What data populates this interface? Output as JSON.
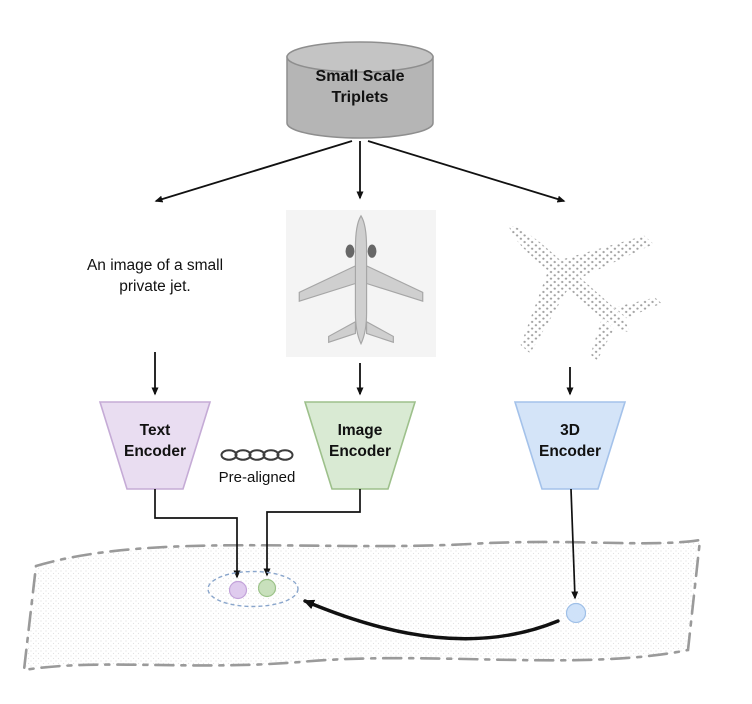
{
  "figure": {
    "database": {
      "label": "Small Scale Triplets"
    },
    "inputs": {
      "text": "An image of a small private jet.",
      "image_icon": "airplane-top-view-image",
      "pointcloud_icon": "airplane-point-cloud"
    },
    "encoders": {
      "text": {
        "label": "Text Encoder",
        "fill": "#e9ddf1",
        "stroke": "#c5abd6"
      },
      "image": {
        "label": "Image Encoder",
        "fill": "#d9ead3",
        "stroke": "#9dc08b"
      },
      "shape": {
        "label": "3D Encoder",
        "fill": "#d4e4f8",
        "stroke": "#a4c2ea"
      }
    },
    "prealigned": {
      "label": "Pre-aligned"
    },
    "embedding_space": {
      "text_dot": {
        "fill": "#dfcbee",
        "stroke": "#c3a3da"
      },
      "image_dot": {
        "fill": "#c8e0bc",
        "stroke": "#9cc389"
      },
      "shape_dot": {
        "fill": "#cfe2f9",
        "stroke": "#9fc0e8"
      }
    }
  }
}
